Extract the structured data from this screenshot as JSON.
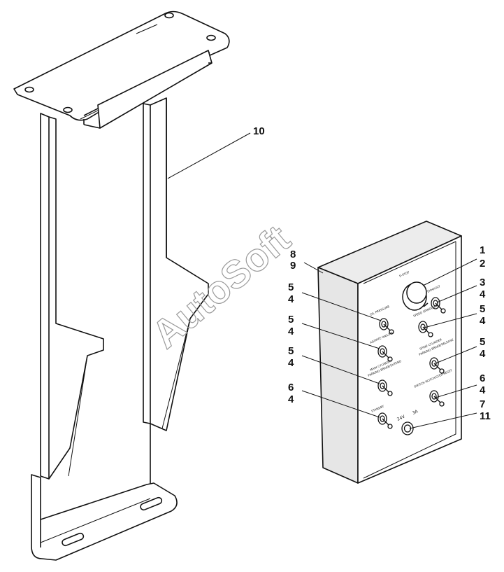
{
  "callouts": {
    "c10": "10",
    "c8": "8",
    "c9": "9",
    "c1": "1",
    "c2": "2",
    "c3": "3",
    "c4_r1": "4",
    "c5_r2": "5",
    "c4_r2": "4",
    "c5_r3": "5",
    "c4_r3": "4",
    "c6_r4": "6",
    "c4_r4": "4",
    "c7": "7",
    "c11": "11",
    "c5_l1": "5",
    "c4_l1": "4",
    "c5_l2": "5",
    "c4_l2": "4",
    "c5_l3": "5",
    "c4_l3": "4",
    "c6_l4": "6",
    "c4_l4": "4"
  },
  "panel_labels": {
    "estop": "E-STOP",
    "right1": "EXHAUST",
    "right2": "SPEED SPINDOWN",
    "right3a": "SPINE CYLINDER",
    "right3b": "PARKING BRAKE/RELEASE",
    "right4": "SWITCH NOTCH/STEP/RESET",
    "left1": "OIL PRESSURE",
    "left2": "AGITATE ON/LINE",
    "left3a": "MAIN CYLINDER",
    "left3b": "PARKING BRAKE/EXTEND",
    "left4": "STANDBY",
    "voltage": "24V",
    "amperage": "3A"
  },
  "watermark": "AutoSoft"
}
